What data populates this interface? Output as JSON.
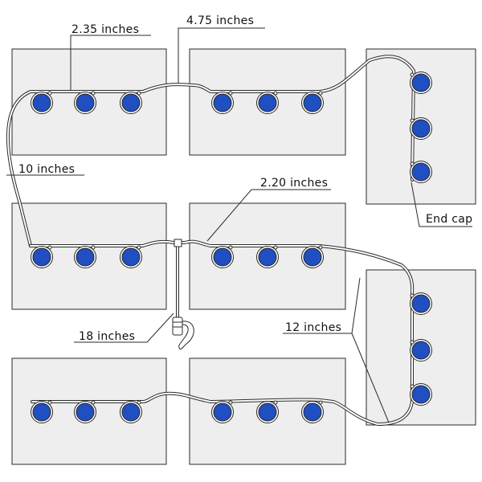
{
  "labels": {
    "spacing_235": "2.35 inches",
    "spacing_475": "4.75 inches",
    "spacing_10": "10 inches",
    "spacing_220": "2.20 inches",
    "end_cap": "End cap",
    "spacing_18": "18 inches",
    "spacing_12": "12 inches"
  },
  "colors": {
    "panel_fill": "#eeeeee",
    "cell_blue": "#1f4fc1",
    "cell_ring": "#ffffff",
    "outline": "#2a2a2a"
  },
  "layout": {
    "panel_count": 8,
    "cells_per_horizontal_panel": 3,
    "cells_per_vertical_panel": 3
  }
}
